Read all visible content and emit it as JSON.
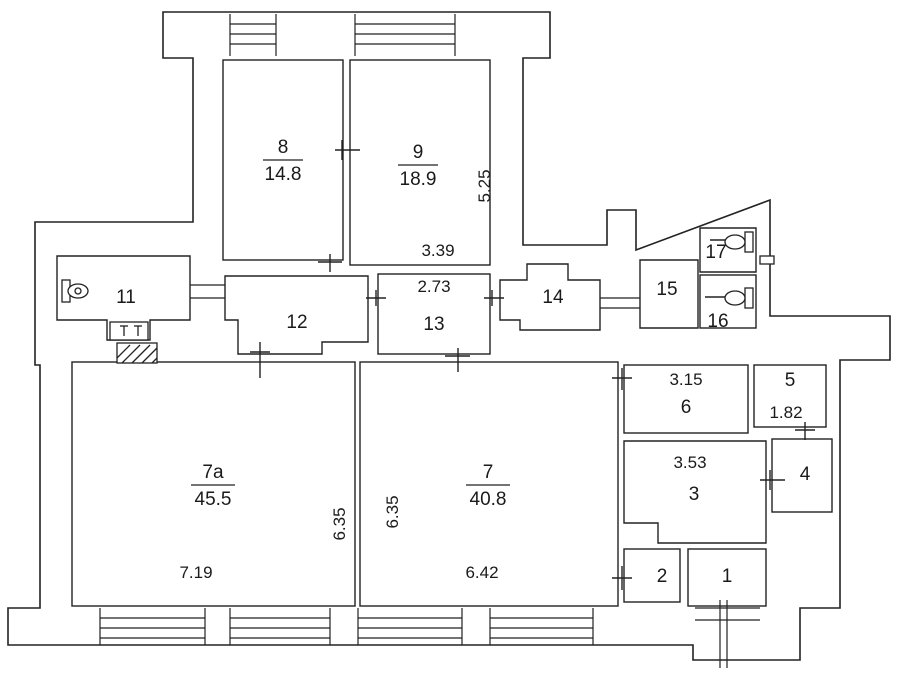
{
  "rooms": [
    {
      "id": "8",
      "area": "14.8"
    },
    {
      "id": "9",
      "area": "18.9"
    },
    {
      "id": "7a",
      "area": "45.5"
    },
    {
      "id": "7",
      "area": "40.8"
    },
    {
      "id": "11"
    },
    {
      "id": "12"
    },
    {
      "id": "13"
    },
    {
      "id": "14"
    },
    {
      "id": "15"
    },
    {
      "id": "16"
    },
    {
      "id": "17"
    },
    {
      "id": "1"
    },
    {
      "id": "2"
    },
    {
      "id": "3"
    },
    {
      "id": "4"
    },
    {
      "id": "5"
    },
    {
      "id": "6"
    }
  ],
  "dimensions": {
    "room9_height": "5.25",
    "room9_width": "3.39",
    "room13_width": "2.73",
    "room7a_height": "6.35",
    "room7a_width": "7.19",
    "room7_height": "6.35",
    "room7_width": "6.42",
    "room6_width": "3.15",
    "room5_width": "1.82",
    "room3_width": "3.53"
  }
}
